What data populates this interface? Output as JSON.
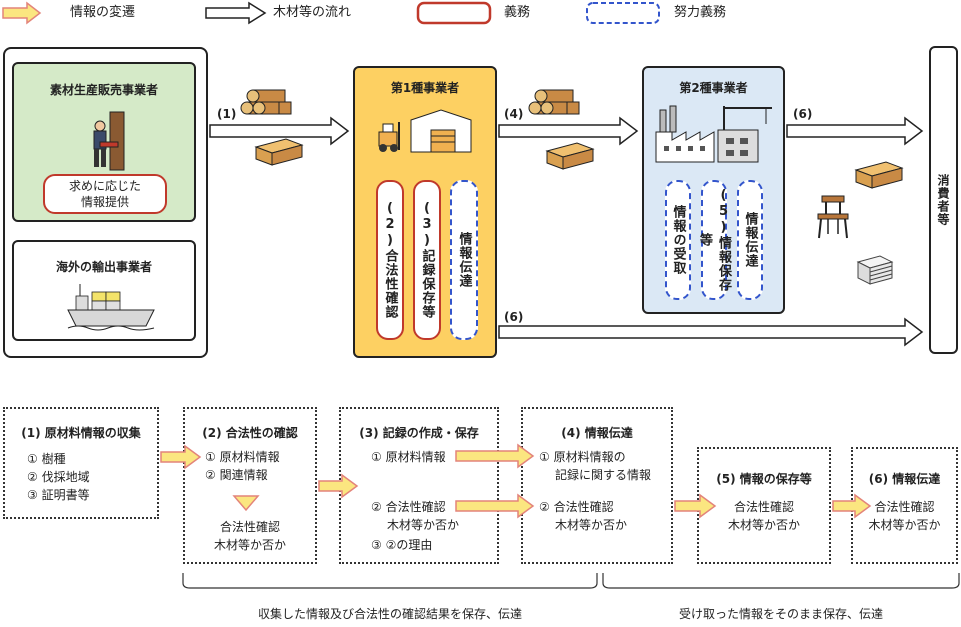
{
  "legend": {
    "info_flow": "情報の変遷",
    "wood_flow": "木材等の流れ",
    "obligation": "義務",
    "effort": "努力義務"
  },
  "producer": {
    "title": "素材生産販売事業者",
    "note": [
      "求めに応じた",
      "情報提供"
    ]
  },
  "exporter": {
    "title": "海外の輸出事業者"
  },
  "first": {
    "title": "第1種事業者",
    "duties": [
      "(2)合法性確認",
      "(3)記録保存等",
      "情報伝達"
    ]
  },
  "second": {
    "title": "第2種事業者",
    "duties": [
      "情報の受取",
      "(5)情報保存等",
      "情報伝達"
    ]
  },
  "consumer": "消費者等",
  "arrow_labels": {
    "a1": "(1)",
    "a4": "(4)",
    "a6a": "(6)",
    "a6b": "(6)"
  },
  "steps": [
    {
      "title": "(1) 原材料情報の収集",
      "lines": [
        "① 樹種",
        "② 伐採地域",
        "③ 証明書等"
      ]
    },
    {
      "title": "(2) 合法性の確認",
      "lines": [
        "① 原材料情報",
        "② 関連情報"
      ],
      "result": [
        "合法性確認",
        "木材等か否か"
      ]
    },
    {
      "title": "(3) 記録の作成・保存",
      "lines": [
        "① 原材料情報",
        "② 合法性確認",
        "木材等か否か",
        "③ ②の理由"
      ]
    },
    {
      "title": "(4) 情報伝達",
      "lines": [
        "① 原材料情報の",
        "記録に関する情報",
        "② 合法性確認",
        "木材等か否か"
      ]
    },
    {
      "title": "(5) 情報の保存等",
      "lines": [
        "合法性確認",
        "木材等か否か"
      ]
    },
    {
      "title": "(6) 情報伝達",
      "lines": [
        "合法性確認",
        "木材等か否か"
      ]
    }
  ],
  "brackets": {
    "left": "収集した情報及び合法性の確認結果を保存、伝達",
    "right": "受け取った情報をそのまま保存、伝達"
  },
  "colors": {
    "green": "#d5eac8",
    "orange": "#fdd062",
    "blue": "#dbe8f5",
    "arrow_fill": "#fbe680",
    "arrow_stroke": "#e3847a",
    "red": "#c0392b",
    "dash_blue": "#3355cc"
  }
}
